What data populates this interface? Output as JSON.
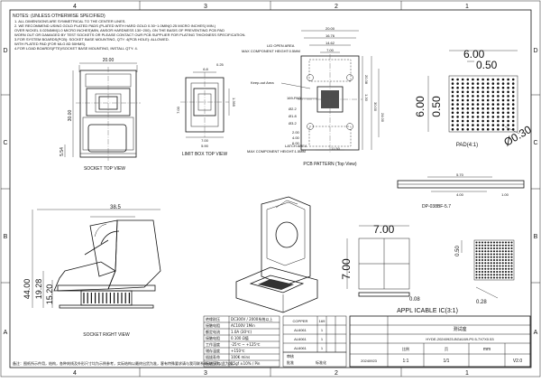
{
  "border": {
    "columns": [
      "4",
      "3",
      "2",
      "1"
    ],
    "rows": [
      "D",
      "C",
      "B",
      "A"
    ]
  },
  "notes": {
    "title": "NOTES: (UNLESS OTHERWISE SPECIFIED)",
    "lines": [
      "1. ALL DIMENSIONS ARE SYMMETRICAL TO THE CENTER LINES.",
      "2. WE RECOMMEND USING GOLD PLATED PADS (PLATED WITH HARD GOLD 0.30~1.0MIN(0.25 MICRO INCHES) MIN.)",
      "OVER NICKEL 0.0254MM(1.0 MICRO INCHES)MIN, ANSOR HARDNESS 130~200). ON THE BASIS OF PREVENTING PCB PAD",
      "WORN OUT OR DAMAGED BY TEST SOCKETS OR PLEASE CONTACT OUR PCB SUPPLIER FOR PLATING THICKNESS SPECIFICATION.",
      "3.FOR SYSTEM BOARDS(PCB): SOCKET BASE MOUNTING, QTY: 4(PCB HOLE): ALLOWED.",
      "WITH PLATED PAD (FOR MLG 8D 50HMS).",
      "4.FOR LOAD BOARDS(FTE)/SOCKET BASE MOUNTING, INSTALL QTY: 4."
    ]
  },
  "socket_top_view": {
    "caption": "SOCKET TOP VIEW",
    "dim_width": "20.00",
    "dim_height": "30.00",
    "dim_lower": "5.54"
  },
  "limit_box_top_view": {
    "caption": "LIMIT BOX   TOP VIEW",
    "dim_a": "6.8",
    "dim_b": "0.25",
    "dim_c": "1.395",
    "dim_d": "7.00",
    "dim_e": "7.00",
    "dim_f": "5.90"
  },
  "pcb_pattern": {
    "caption": "PCB PATTERN (Top View)",
    "lid_open_area": "LID OPEN AREA",
    "max_comp_top": "MAX COMPONENT HEIGHT:0.5MM",
    "keepout": "Keep-out Area",
    "pad_label": "169-PAD",
    "latch_area": "LATCH AREA",
    "max_comp_bottom": "MAX COMPONENT HEIGHT:1.5MM",
    "dims_top": [
      "20.00",
      "16.76",
      "14.62",
      "7.00"
    ],
    "dims_right": [
      "20.38",
      "1.30",
      "30.00",
      "24.00"
    ],
    "dim_bottom": "11.50",
    "dim_left": [
      "2.00",
      "4.00",
      "6.00"
    ],
    "hole_a": "Ø2.2",
    "hole_b": "Ø1.8",
    "hole_c": "Ø3.2"
  },
  "pad_detail": {
    "caption": "PAD(4:1)",
    "top_a": "6.00",
    "top_b": "0.50",
    "left_a": "6.00",
    "left_b": "0.50",
    "diameter": "Ø0.30"
  },
  "dp_view": {
    "caption": "DP-038BF-5.7",
    "dims": [
      "5.70",
      "4.00",
      "1.00"
    ]
  },
  "side_view": {
    "caption": "SOCKET RIGHT VIEW",
    "dim_top": "38.5",
    "dim_h1": "44.00",
    "dim_h2": "19.28",
    "dim_h3": "15.20"
  },
  "ic_view": {
    "caption": "APPL ICABLE IC(3:1)",
    "dim_top": "7.00",
    "dim_side": "7.00",
    "dim_h": "0.50",
    "dim_bottom": "0.08",
    "dim_ball": "0.28"
  },
  "spec_table": {
    "rows": [
      [
        "绝缘耐压",
        "DC300V / 2000系统以上"
      ],
      [
        "接触电阻",
        "AC100V 1Min"
      ],
      [
        "额定电流",
        "1.0A  (30℃)"
      ],
      [
        "接触电阻",
        "0.100 Ω值"
      ],
      [
        "工作温度",
        "-25℃ ~ +125℃"
      ],
      [
        "储存温度",
        "+150℃"
      ],
      [
        "插拔寿命",
        "100K mins"
      ],
      [
        "接触压力",
        "25gf ±10%  / Pin"
      ]
    ]
  },
  "parts_table": {
    "header": [
      "",
      "COPPER",
      "169",
      ""
    ],
    "rows": [
      [
        "",
        "AL6061",
        "1",
        ""
      ],
      [
        "",
        "AL6061",
        "1",
        ""
      ],
      [
        "",
        "AL6061",
        "1",
        ""
      ]
    ],
    "checks": [
      "审核",
      "批准",
      "标准化"
    ]
  },
  "title_block": {
    "part_no": "HYDE-20240923-BGA169-P0.5-7X7X0.53",
    "label": "测试座",
    "scale_label": "比例",
    "scale": "1:1",
    "sheet_label": "页",
    "sheet": "1/1",
    "unit": "mm",
    "version": "V2.0",
    "date": "20240923"
  },
  "footer_note": "备注：图纸所示件用，结构，各种刻线及外形尺寸均为示例参考，实际结构以最终出货为准，客有特殊要求请与我司联系确认后再以此为准。"
}
